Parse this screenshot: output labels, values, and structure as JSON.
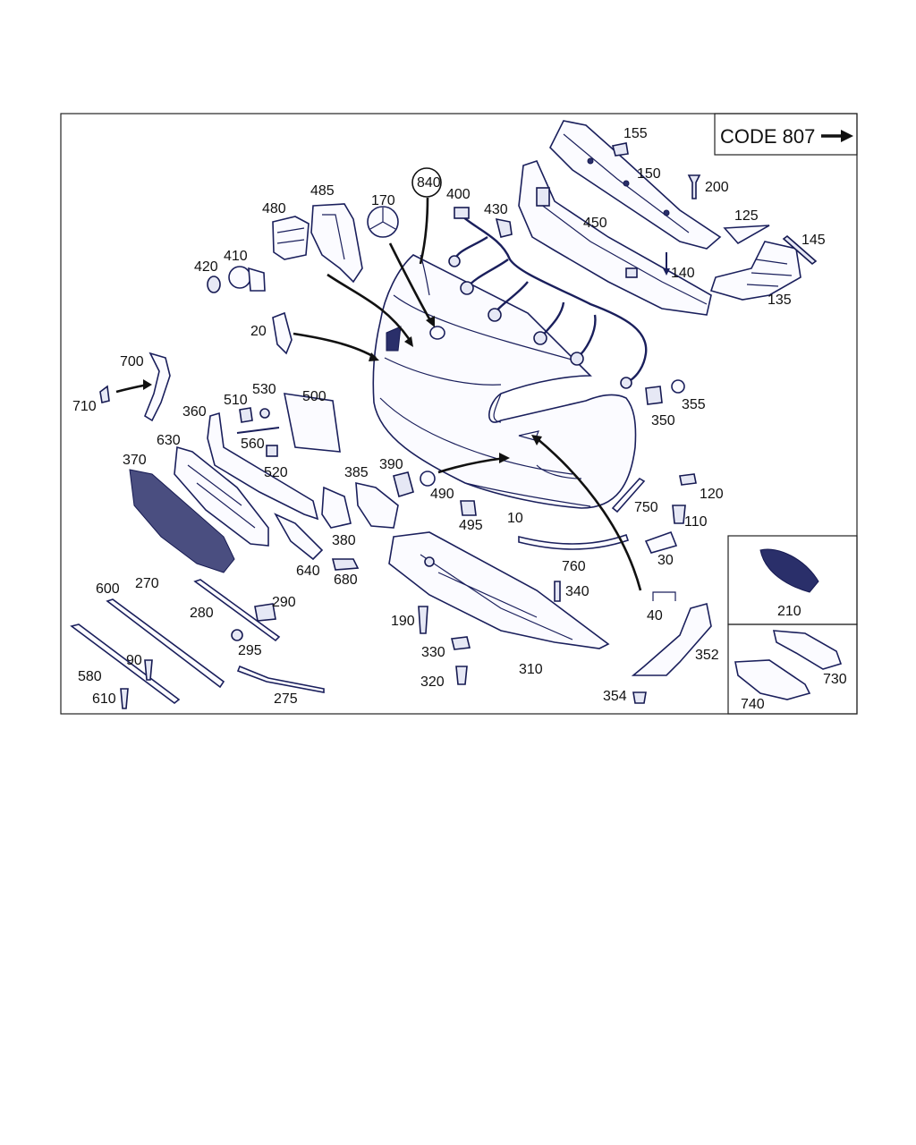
{
  "code_box": {
    "text": "CODE 807"
  },
  "labels": {
    "p10": "10",
    "p20": "20",
    "p30": "30",
    "p40": "40",
    "p90": "90",
    "p110": "110",
    "p120": "120",
    "p125": "125",
    "p135": "135",
    "p140": "140",
    "p145": "145",
    "p150": "150",
    "p155": "155",
    "p170": "170",
    "p190": "190",
    "p200": "200",
    "p210": "210",
    "p270": "270",
    "p275": "275",
    "p280": "280",
    "p290": "290",
    "p295": "295",
    "p310": "310",
    "p320": "320",
    "p330": "330",
    "p340": "340",
    "p350": "350",
    "p352": "352",
    "p354": "354",
    "p355": "355",
    "p360": "360",
    "p370": "370",
    "p380": "380",
    "p385": "385",
    "p390": "390",
    "p400": "400",
    "p410": "410",
    "p420": "420",
    "p430": "430",
    "p450": "450",
    "p480": "480",
    "p485": "485",
    "p490": "490",
    "p495": "495",
    "p500": "500",
    "p510": "510",
    "p520": "520",
    "p530": "530",
    "p560": "560",
    "p580": "580",
    "p600": "600",
    "p610": "610",
    "p630": "630",
    "p640": "640",
    "p680": "680",
    "p700": "700",
    "p710": "710",
    "p730": "730",
    "p740": "740",
    "p750": "750",
    "p760": "760",
    "p840": "840"
  }
}
